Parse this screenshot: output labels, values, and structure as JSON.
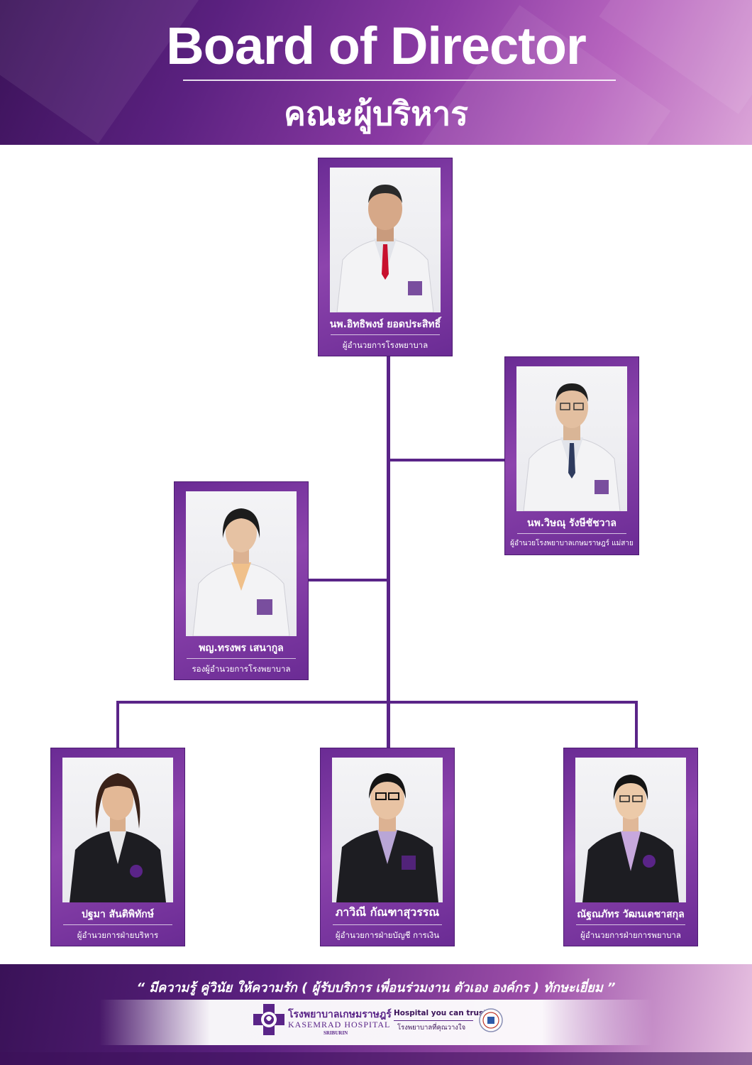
{
  "header": {
    "title": "Board of Director",
    "subtitle": "คณะผู้บริหาร"
  },
  "board": [
    {
      "name": "นพ.อิทธิพงษ์ ยอดประสิทธิ์",
      "role": "ผู้อำนวยการโรงพยาบาล",
      "attire": "white-coat-red-tie"
    },
    {
      "name": "นพ.วิษณุ รังษีชัชวาล",
      "role": "ผู้อำนวยโรงพยาบาลเกษมราษฎร์ แม่สาย",
      "attire": "white-coat-blue-tie"
    },
    {
      "name": "พญ.ทรงพร เสนากูล",
      "role": "รองผู้อำนวยการโรงพยาบาล",
      "attire": "white-coat-female"
    },
    {
      "name": "ปฐมา สันติพิทักษ์",
      "role": "ผู้อำนวยการฝ่ายบริหาร",
      "attire": "black-suit-female"
    },
    {
      "name": "ภาวิณี กัณฑาสุวรรณ",
      "role": "ผู้อำนวยการฝ่ายบัญชี การเงิน",
      "attire": "black-suit-female-glasses"
    },
    {
      "name": "ณัฐณภัทร วัฒนเดชาสกุล",
      "role": "ผู้อำนวยการฝ่ายการพยาบาล",
      "attire": "black-suit-lilac-shirt"
    }
  ],
  "footer": {
    "motto": "“ มีความรู้ คู่วินัย ให้ความรัก ( ผู้รับบริการ เพื่อนร่วมงาน ตัวเอง องค์กร ) ทักษะเยี่ยม ”",
    "hospital_th": "โรงพยาบาลเกษมราษฎร์",
    "hospital_en": "KASEMRAD HOSPITAL",
    "hospital_branch": "SRIBURIN",
    "tagline_en": "Hospital you can trust.",
    "tagline_th": "โรงพยาบาลที่คุณวางใจ"
  },
  "colors": {
    "brand_purple": "#5a2488",
    "card_purple": "#7a359e"
  }
}
